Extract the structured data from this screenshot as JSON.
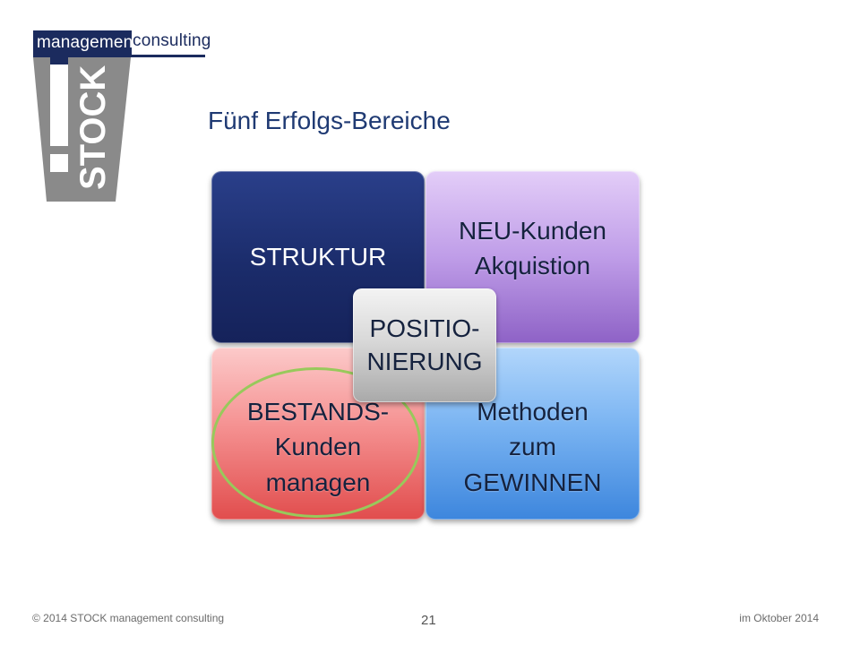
{
  "logo": {
    "word_left": "management",
    "word_right": "consulting",
    "brand": "STOCK",
    "mark": "!"
  },
  "title": "Fünf Erfolgs-Bereiche",
  "tiles": {
    "struktur": {
      "lines": [
        "STRUKTUR"
      ]
    },
    "neu": {
      "lines": [
        "NEU-Kunden",
        "Akquistion"
      ]
    },
    "bestand": {
      "lines": [
        "BESTANDS-",
        "Kunden",
        "managen"
      ]
    },
    "methoden": {
      "lines": [
        "Methoden",
        "zum",
        "GEWINNEN"
      ]
    },
    "center": {
      "lines": [
        "POSITIO-",
        "NIERUNG"
      ]
    }
  },
  "footer": {
    "copyright": "© 2014 STOCK management consulting",
    "page_number": "21",
    "date": "im Oktober 2014"
  },
  "colors": {
    "brand_navy": "#1b2b5e",
    "title_blue": "#1f3a73",
    "highlight_green": "#98c95b"
  }
}
